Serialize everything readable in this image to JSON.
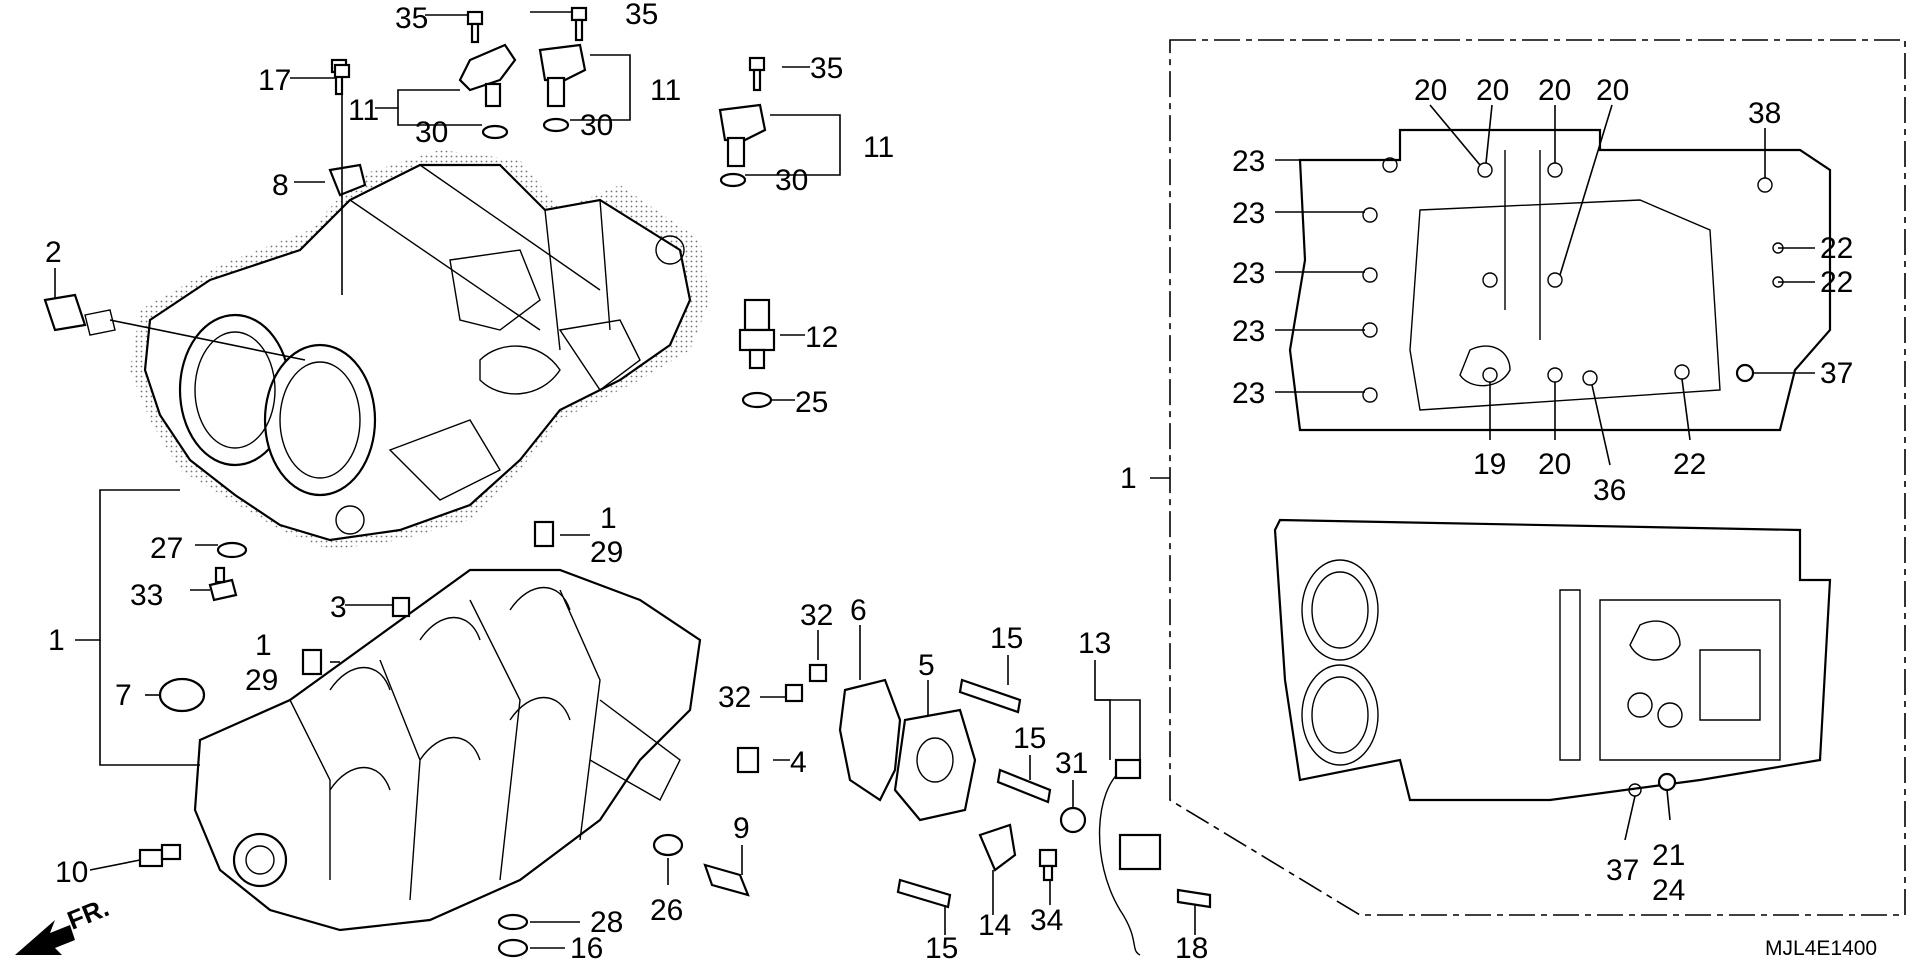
{
  "diagram": {
    "code": "MJL4E1400",
    "callouts": {
      "c1": "1",
      "c2": "2",
      "c3": "3",
      "c4": "4",
      "c5": "5",
      "c6": "6",
      "c7": "7",
      "c8": "8",
      "c9": "9",
      "c10": "10",
      "c11": "11",
      "c12": "12",
      "c13": "13",
      "c14": "14",
      "c15": "15",
      "c16": "16",
      "c17": "17",
      "c18": "18",
      "c19": "19",
      "c20": "20",
      "c21": "21",
      "c22": "22",
      "c23": "23",
      "c24": "24",
      "c25": "25",
      "c26": "26",
      "c27": "27",
      "c28": "28",
      "c29": "29",
      "c30": "30",
      "c31": "31",
      "c32": "32",
      "c33": "33",
      "c34": "34",
      "c35": "35",
      "c36": "36",
      "c37": "37",
      "c38": "38"
    },
    "front_label": "FR."
  }
}
